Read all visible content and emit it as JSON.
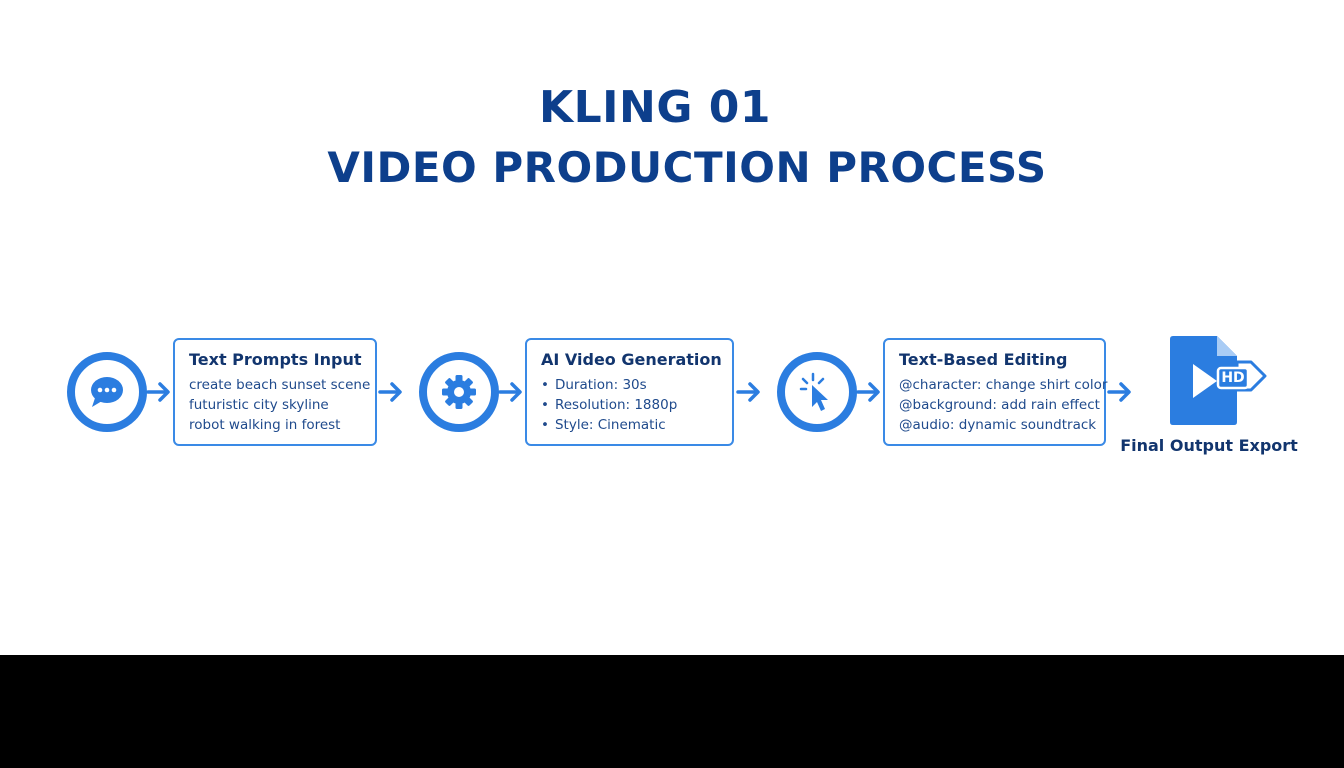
{
  "title": {
    "line1": "KLING 01",
    "line2": "VIDEO PRODUCTION PROCESS"
  },
  "steps": [
    {
      "icon": "chat-bubble-icon",
      "title": "Text Prompts Input",
      "lines": [
        "create beach sunset scene",
        "futuristic city skyline",
        "robot walking in forest"
      ]
    },
    {
      "icon": "gear-icon",
      "title": "AI Video Generation",
      "lines": [
        "Duration: 30s",
        "Resolution: 1880p",
        "Style: Cinematic"
      ]
    },
    {
      "icon": "cursor-click-icon",
      "title": "Text-Based Editing",
      "lines": [
        "@character: change shirt color",
        "@background: add rain effect",
        "@audio: dynamic soundtrack"
      ]
    }
  ],
  "export": {
    "icon": "hd-video-file-icon",
    "badge": "HD",
    "label": "Final Output Export"
  },
  "colors": {
    "primary": "#2b7de0",
    "title": "#0d3f8c",
    "text": "#1f4a8c",
    "background": "#ffffff",
    "bottom_bar": "#000000"
  }
}
